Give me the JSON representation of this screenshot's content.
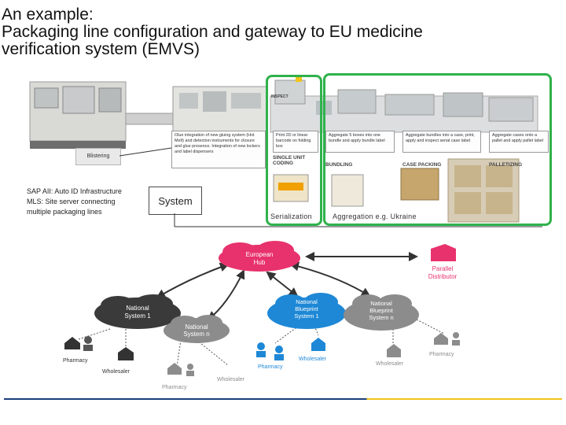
{
  "title": {
    "line1": "An example:",
    "line2": "Packaging line configuration and gateway to EU medicine",
    "line3": "verification system (EMVS)"
  },
  "labels": {
    "blistering": "Blistering",
    "sap_line1": "SAP AII: Auto ID Infrastructure",
    "sap_line2": "MLS: Site server connecting",
    "sap_line3": "multiple packaging lines",
    "system": "System",
    "serialization": "Serialization",
    "aggregation": "Aggregation e.g. Ukraine"
  },
  "callouts": {
    "c1": "Olue integration of new gluing system (Hot Melt) and detection instruments for closure and glue presence. Integration of new lockers and label dispensers",
    "c2": "Print 2D or linear barcode on folding box",
    "c3": "Aggregate 5 boxes into one bundle and apply bundle label",
    "c4": "Aggregate bundles into a case, print, apply and inspect serial case label",
    "c5": "Aggregate cases onto a pallet and apply pallet label"
  },
  "stages": {
    "single_unit": "SINGLE UNIT CODING",
    "bundling": "BUNDLING",
    "case_packing": "CASE PACKING",
    "palletizing": "PALLETIZING",
    "inspect": "INSPECT"
  },
  "network": {
    "hub": "European Hub",
    "national1": "National System 1",
    "nationaln": "National System n",
    "blueprint1": "National Blueprint System 1",
    "blueprintn": "National Blueprint System n",
    "parallel": "Parallel Distributor",
    "pharmacy": "Pharmacy",
    "wholesaler": "Wholesaler"
  },
  "colors": {
    "green_frame": "#2fb24c",
    "hub_pink": "#e8326d",
    "blue_cloud": "#1e88d6",
    "dark_cloud": "#3a3a3a",
    "grey_cloud": "#8c8c8c",
    "bottom_blue": "#1c3f7a",
    "bottom_yellow": "#f0c419"
  }
}
